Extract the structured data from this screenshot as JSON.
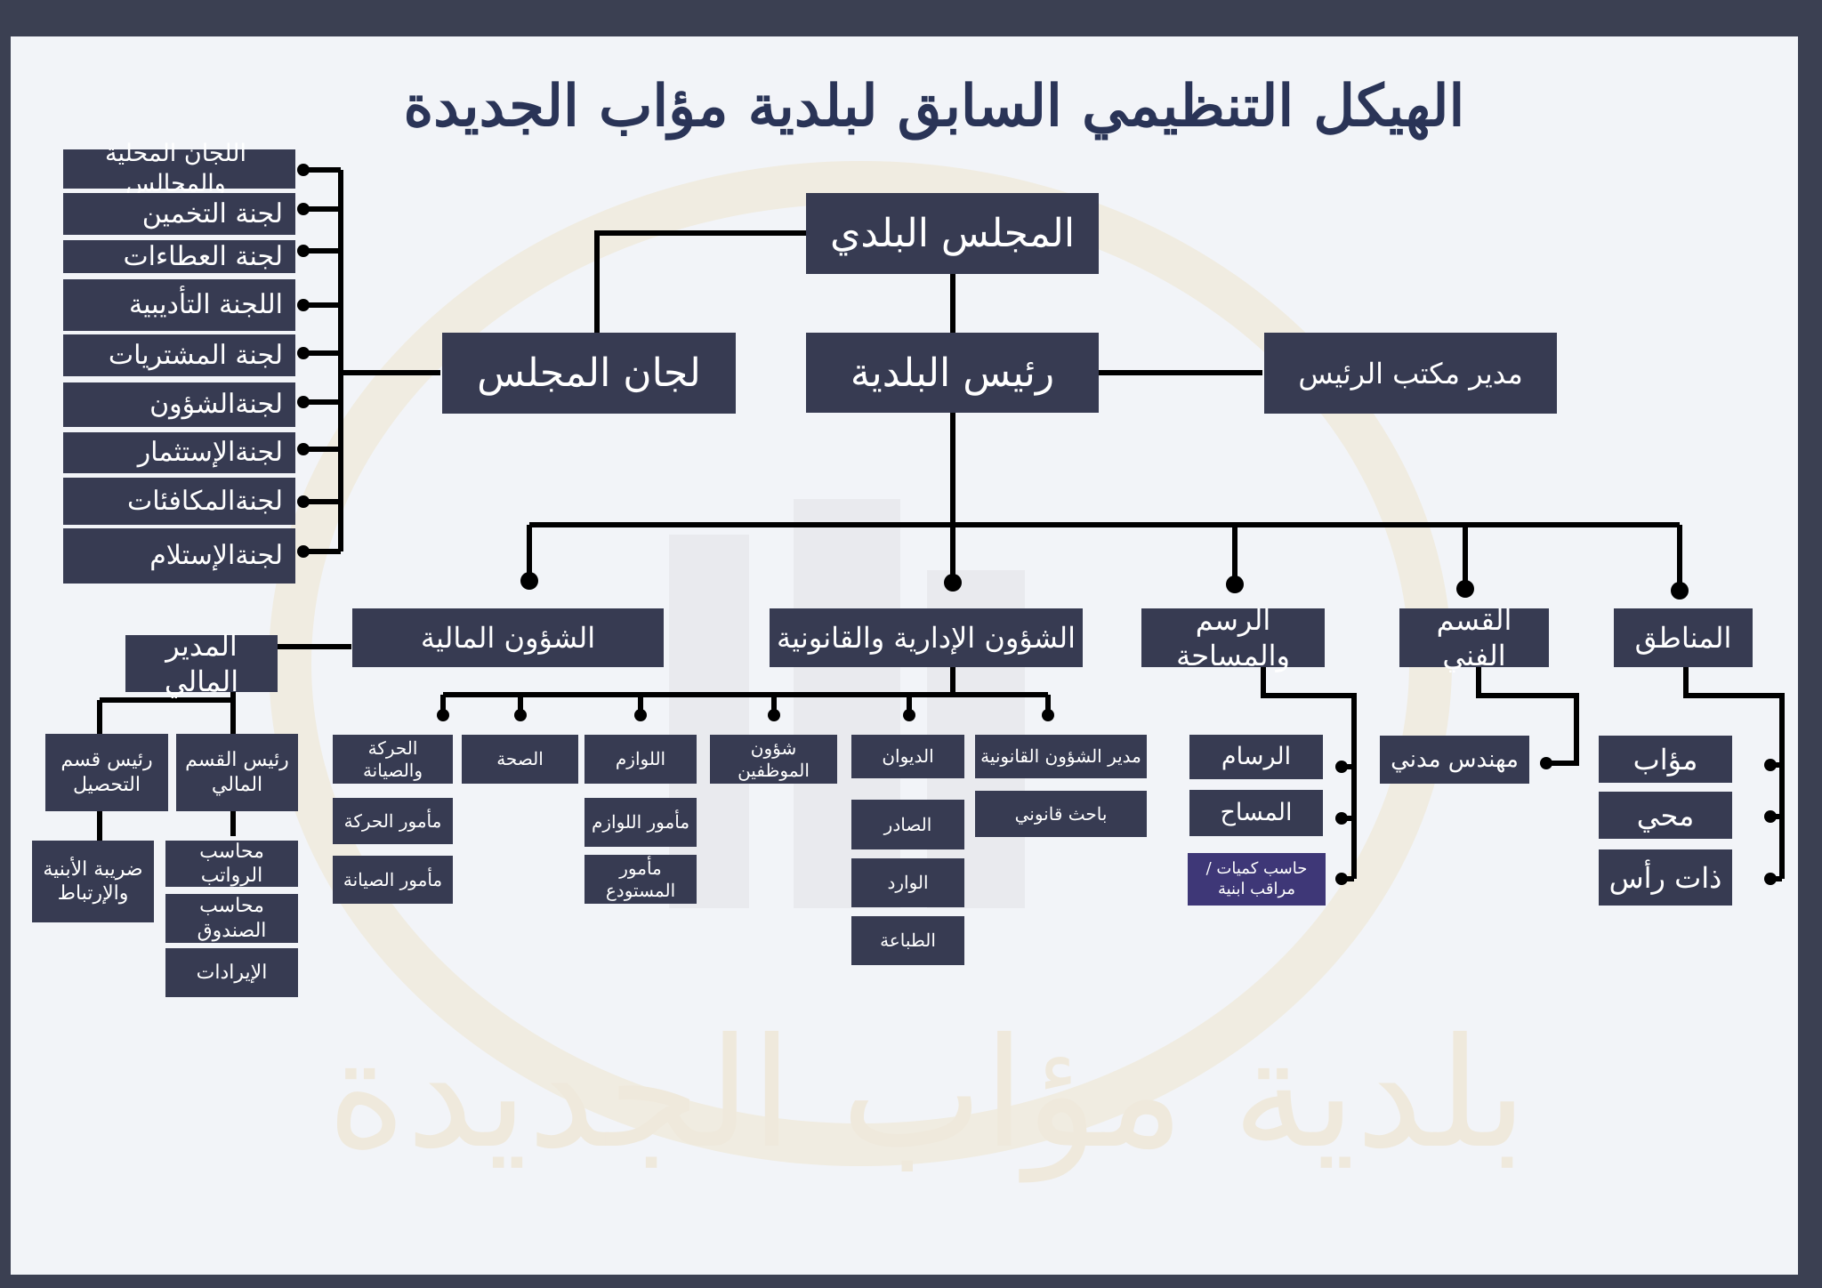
{
  "title": "الهيكل التنظيمي السابق لبلدية مؤاب الجديدة",
  "watermark": "بلدية مؤاب الجديدة",
  "colors": {
    "box": "#373b52",
    "highlight_box": "#3e3777",
    "title": "#2a3457",
    "background": "#f2f4f8",
    "frame": "#3b4052"
  },
  "top": {
    "council": "المجلس البلدي",
    "mayor": "رئيس البلدية",
    "council_committees": "لجان المجلس",
    "office_manager": "مدير مكتب الرئيس"
  },
  "committees": [
    "اللجان المحلية والمجالس",
    "لجنة التخمين",
    "لجنة العطاءات",
    "اللجنة التأديبية",
    "لجنة المشتريات",
    "لجنةالشؤون",
    "لجنةالإستثمار",
    "لجنةالمكافئات",
    "لجنةالإستلام"
  ],
  "departments": {
    "finance": "الشؤون المالية",
    "admin_legal": "الشؤون الإدارية والقانونية",
    "drawing_survey": "الرسم والمساحة",
    "technical": "القسم الفني",
    "regions": "المناطق"
  },
  "finance": {
    "manager": "المدير المالي",
    "finance_head": "رئيس القسم المالي",
    "collection_head": "رئيس قسم التحصيل",
    "building_tax": "ضريبة الأبنية والإرتباط",
    "salaries_accountant": "محاسب الرواتب",
    "cash_accountant": "محاسب الصندوق",
    "revenues": "الإيرادات"
  },
  "admin": {
    "movement_maintenance": "الحركة والصيانة",
    "movement_officer": "مأمور الحركة",
    "maintenance_officer": "مأمور الصيانة",
    "health": "الصحة",
    "supplies": "اللوازم",
    "supplies_officer": "مأمور اللوازم",
    "warehouse_officer": "مأمور المستودع",
    "staff_affairs": "شؤون الموظفين",
    "diwan": "الديوان",
    "outgoing": "الصادر",
    "incoming": "الوارد",
    "printing": "الطباعة",
    "legal_manager": "مدير الشؤون القانونية",
    "legal_researcher": "باحث قانوني"
  },
  "survey": {
    "draftsman": "الرسام",
    "surveyor": "المساح",
    "quantity_surveyor": "حاسب كميات /مراقب ابنية"
  },
  "technical": {
    "civil_engineer": "مهندس مدني"
  },
  "regions": [
    "مؤاب",
    "محي",
    "ذات رأس"
  ]
}
